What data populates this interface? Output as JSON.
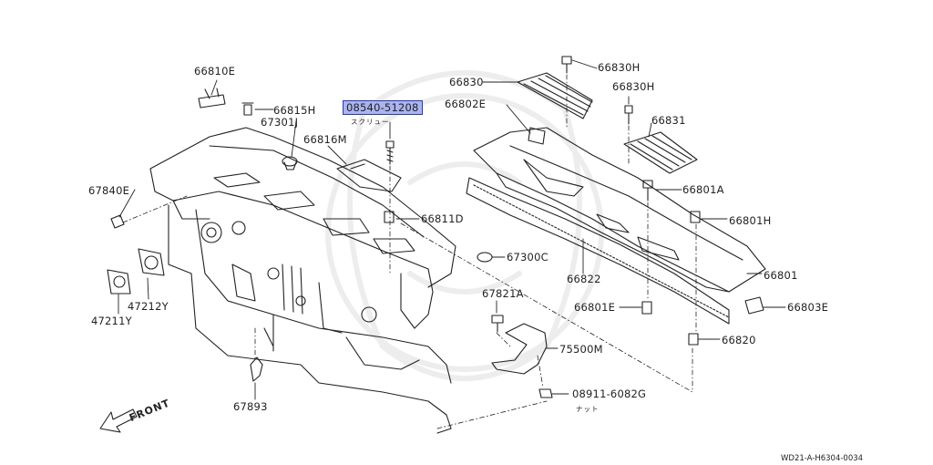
{
  "diagram": {
    "highlight_color": "#aab4f0",
    "highlight_border": "#2a3aa8",
    "line_color": "#222222",
    "drawing_code": "WD21-A-H6304-0034",
    "front_label": "FRONT"
  },
  "labels": {
    "p66810E": "66810E",
    "p66815H": "66815H",
    "p67301J": "67301J",
    "p66816M": "66816M",
    "p08540": "08540-51208",
    "p08540_sub": "スクリュー",
    "p66830": "66830",
    "p66830H_a": "66830H",
    "p66830H_b": "66830H",
    "p66802E": "66802E",
    "p66831": "66831",
    "p67840E": "67840E",
    "p66811D": "66811D",
    "p66801A": "66801A",
    "p66801H": "66801H",
    "p67300C": "67300C",
    "p66822": "66822",
    "p66801": "66801",
    "p47212Y": "47212Y",
    "p47211Y": "47211Y",
    "p67821A": "67821A",
    "p66801E": "66801E",
    "p66803E": "66803E",
    "p75500M": "75500M",
    "p66820": "66820",
    "p08911": "08911-6082G",
    "p08911_sub": "ナット",
    "p67893": "67893"
  }
}
